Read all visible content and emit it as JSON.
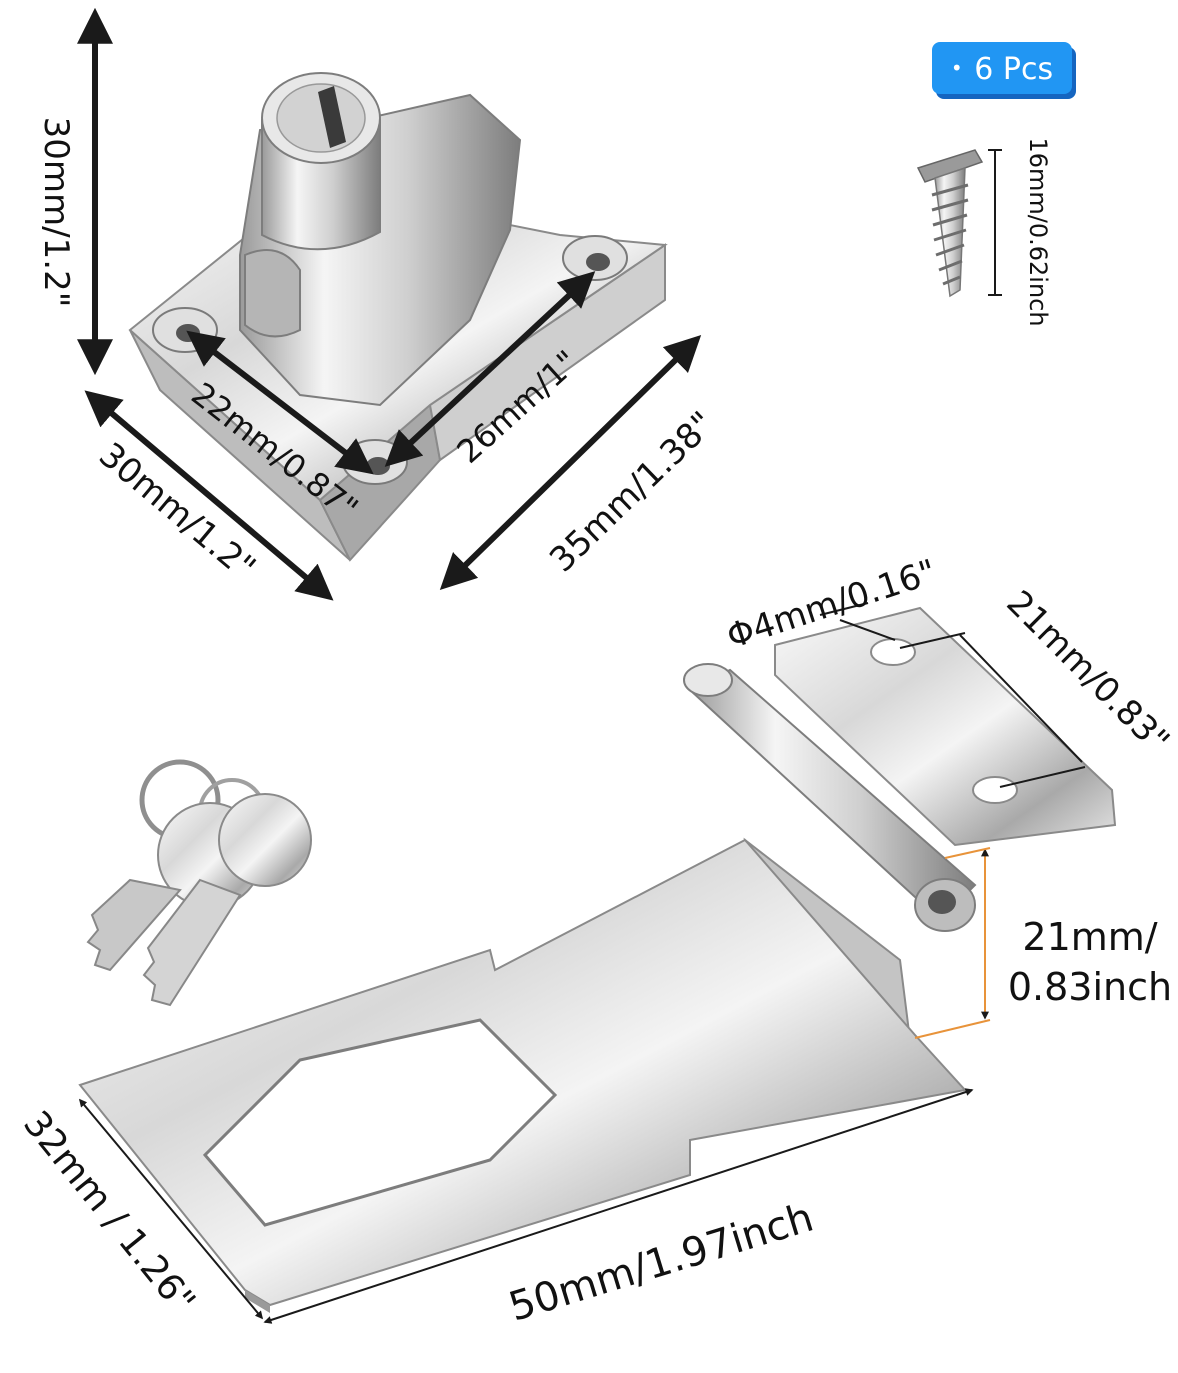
{
  "quantity_badge": {
    "bullet": "•",
    "label": "6 Pcs"
  },
  "dimensions": {
    "lock_height": "30mm/1.2\"",
    "lock_width": "30mm/1.2\"",
    "lock_depth": "35mm/1.38\"",
    "lock_hole_spacing_a": "22mm/0.87\"",
    "lock_hole_spacing_b": "26mm/1\"",
    "screw_length": "16mm/0.62inch",
    "hole_diameter": "Φ4mm/0.16\"",
    "hinge_plate_width": "21mm/0.83\"",
    "hasp_offset_line1": "21mm/",
    "hasp_offset_line2": "0.83inch",
    "hasp_width": "32mm / 1.26\"",
    "hasp_length": "50mm/1.97inch"
  },
  "colors": {
    "chrome_light": "#f2f2f2",
    "chrome_mid": "#c9c9c9",
    "chrome_dark": "#8a8a8a",
    "arrow": "#1a1a1a",
    "accent_orange": "#e8933a",
    "badge_blue": "#2196f3"
  }
}
